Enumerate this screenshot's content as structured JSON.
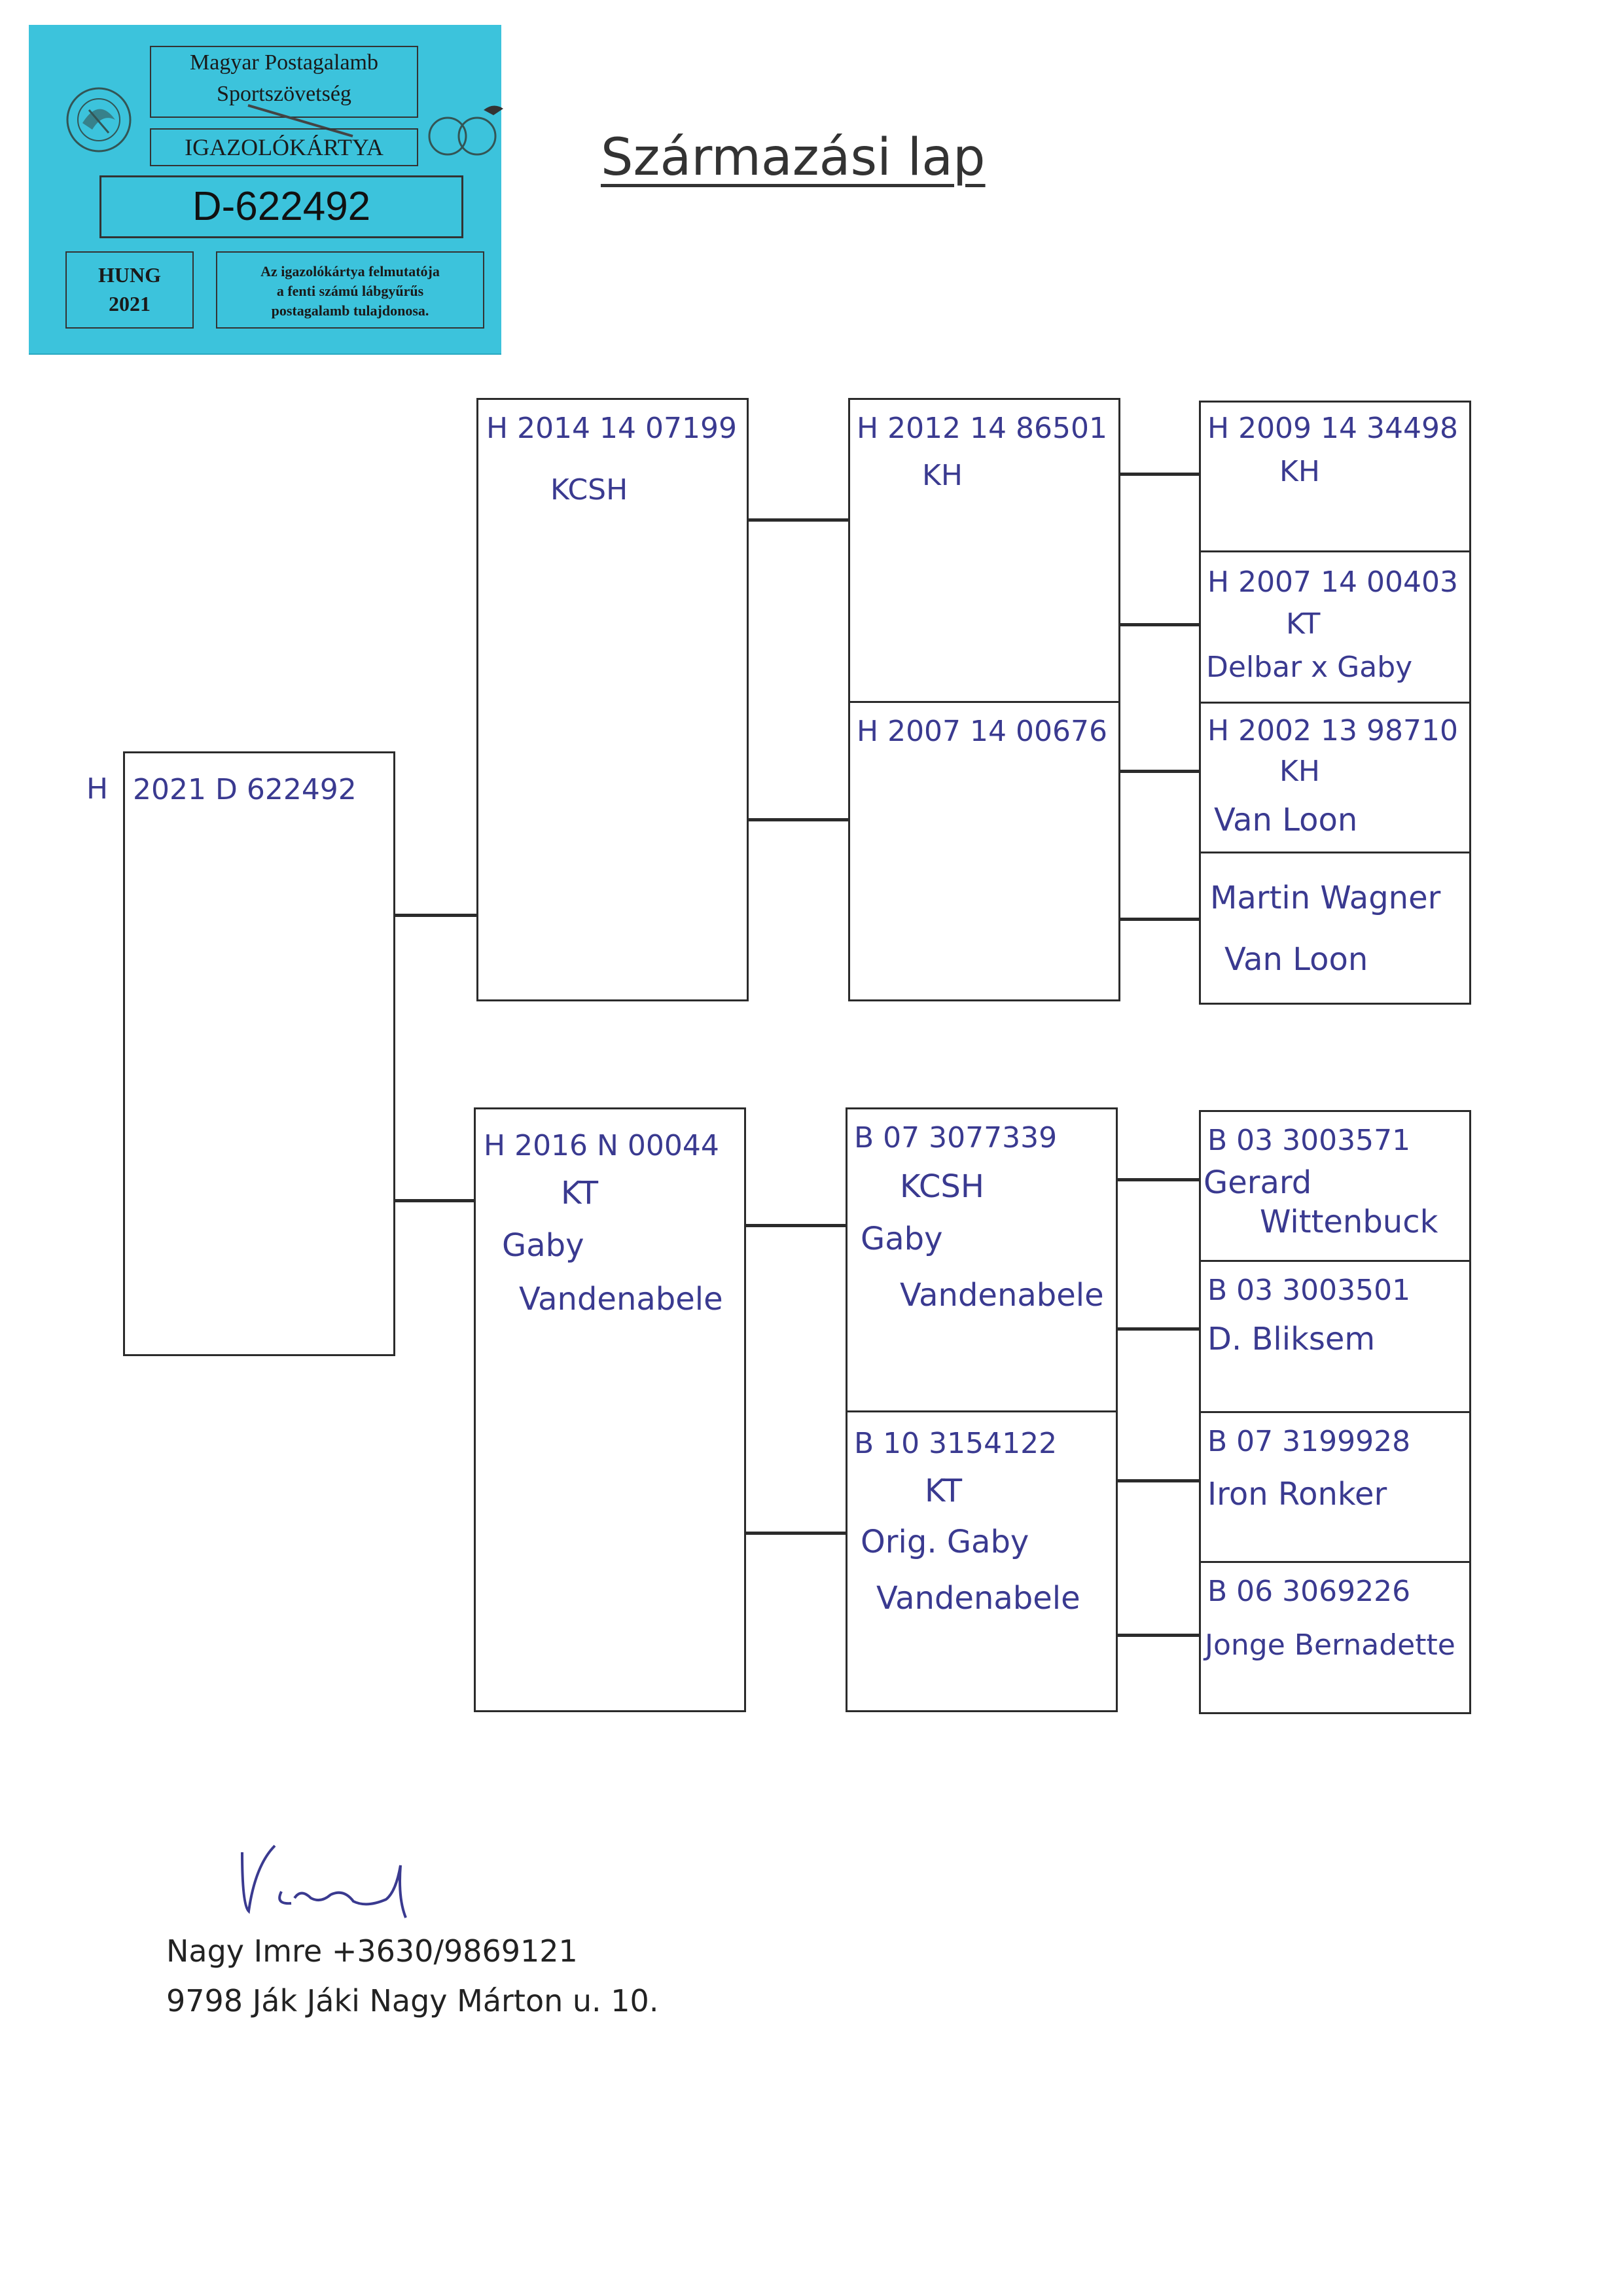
{
  "card": {
    "org_line1": "Magyar Postagalamb",
    "org_line2": "Sportszövetség",
    "card_title": "IGAZOLÓKÁRTYA",
    "id_number": "D-622492",
    "country": "HUNG",
    "year": "2021",
    "note_line1": "Az igazolókártya felmutatója",
    "note_line2": "a fenti számú lábgyűrűs",
    "note_line3": "postagalamb tulajdonosa.",
    "background_color": "#3cc3dc"
  },
  "page_title": "Származási lap",
  "pedigree": {
    "subject": {
      "prefix": "H",
      "ring": "2021 D 622492"
    },
    "sire": {
      "ring": "H 2014 14 07199",
      "note": "KCSH"
    },
    "dam": {
      "ring": "H 2016 N 00044",
      "sex": "KT",
      "name1": "Gaby",
      "name2": "Vandenabele"
    },
    "ss": {
      "ring": "H 2012 14 86501",
      "sex": "KH"
    },
    "sd": {
      "ring": "H 2007 14 00676"
    },
    "ds": {
      "ring": "B 07 3077339",
      "note": "KCSH",
      "name1": "Gaby",
      "name2": "Vandenabele"
    },
    "dd": {
      "ring": "B 10 3154122",
      "sex": "KT",
      "name1": "Orig. Gaby",
      "name2": "Vandenabele"
    },
    "sss": {
      "ring": "H 2009 14 34498",
      "sex": "KH"
    },
    "ssd": {
      "ring": "H 2007 14 00403",
      "sex": "KT",
      "name": "Delbar x Gaby"
    },
    "sds": {
      "ring": "H 2002 13 98710",
      "sex": "KH",
      "name": "Van Loon"
    },
    "sdd": {
      "name1": "Martin Wagner",
      "name2": "Van Loon"
    },
    "dss": {
      "ring": "B 03 3003571",
      "name1": "Gerard",
      "name2": "Wittenbuck"
    },
    "dsd": {
      "ring": "B 03 3003501",
      "name": "D. Bliksem"
    },
    "dds": {
      "ring": "B 07 3199928",
      "name": "Iron Ronker"
    },
    "ddd": {
      "ring": "B 06 3069226",
      "name": "Jonge Bernadette"
    }
  },
  "owner": {
    "line1": "Nagy Imre +3630/9869121",
    "line2": "9798 Ják Jáki Nagy Márton u. 10."
  }
}
